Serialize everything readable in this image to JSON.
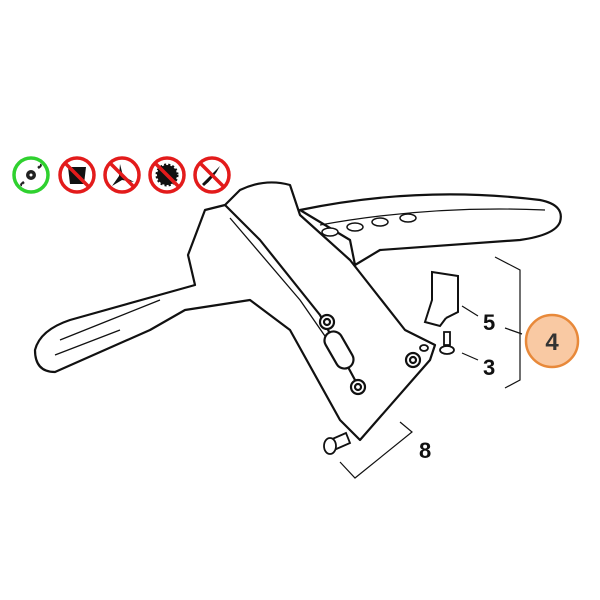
{
  "diagram": {
    "part_labels": {
      "bracket": "5",
      "screw_small": "3",
      "screw_main": "8"
    },
    "callout": {
      "label": "4",
      "fill": "#f9c9a3",
      "stroke": "#e8893a"
    },
    "tool_icons": [
      {
        "name": "trimmer-head-icon",
        "allowed": true
      },
      {
        "name": "grass-blade-4-tooth-icon",
        "allowed": false
      },
      {
        "name": "grass-blade-3-tooth-icon",
        "allowed": false
      },
      {
        "name": "saw-blade-icon",
        "allowed": false
      },
      {
        "name": "brush-knife-icon",
        "allowed": false
      }
    ],
    "colors": {
      "allowed": "#2fd12f",
      "forbidden": "#e31b1b"
    }
  }
}
